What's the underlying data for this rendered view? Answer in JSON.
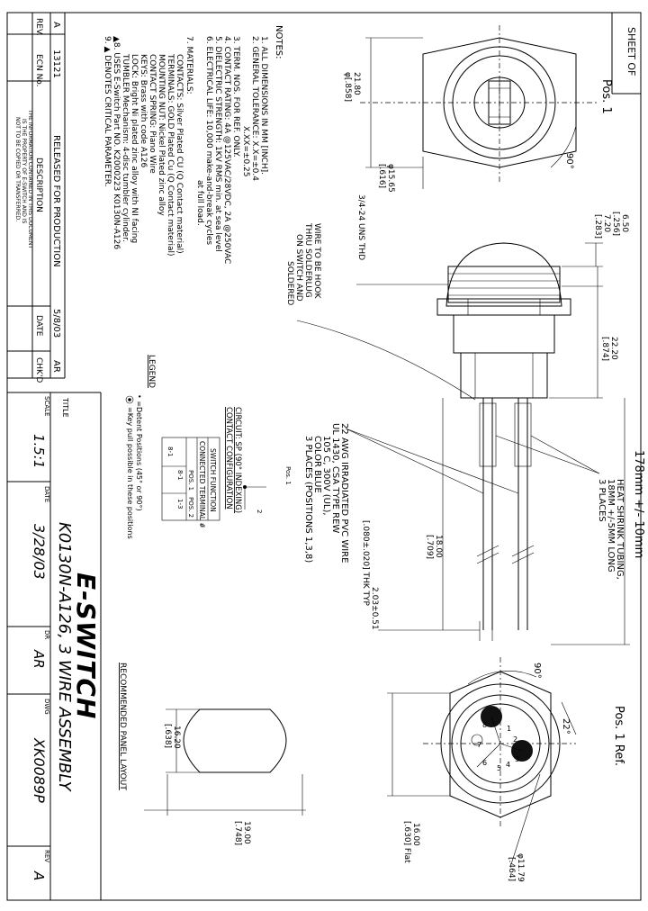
{
  "notes": {
    "heading": "NOTES:",
    "lines": [
      "1. ALL DIMENSIONS IN MM [INCH].",
      "2. GENERAL TOLERANCE: X.X=±0.4",
      "X.XX=±0.25",
      "3. TERM. NOS. FOR REF. ONLY.",
      "4. CONTACT RATING: 4A @125VAC/28VDC, 2A @250VAC",
      "5. DIELECTRIC STRENGTH: 1KV RMS min. at sea level",
      "6. ELECTRICAL LIFE: 10,000 make-and-break cycles",
      "at full load.",
      "7. MATERIALS:",
      "CONTACTS: Silver Plated CU (Q Contact material)",
      "TERMINALS: GOLD Plated Cu (Q Contact material)",
      "MOUNTING NUT: Nickel Plated zinc alloy",
      "CONTACT SPRING: Piano Wire",
      "KEYS: Brass with code A126",
      "LOCK: Bright Ni plated zinc alloy with NI facing",
      "TUMBLER Mechanism: 4-disc tumbler cylinder.",
      "▲8. USES E-Switch Part NO. K2000223  K0130N-A126",
      "9. ▲ DENOTES CRITICAL PARAMETER."
    ]
  },
  "revision_block": {
    "row": {
      "rev": "A",
      "ecn": "13121",
      "description": "RELEASED FOR PRODUCTION",
      "date": "5/8/03",
      "chkd": "AR"
    },
    "headers": {
      "rev": "REV.",
      "ecn": "ECN No.",
      "description": "DESCRIPTION",
      "date": "DATE",
      "chkd": "CHK'D"
    },
    "disclaimer": [
      "THE INFORMATION CONTAINED IN THIS DOCUMENT",
      "IS THE PROPERTY OF E-SWITCH AND IS",
      "NOT TO BE COPIED OR TRANSFERRED."
    ]
  },
  "title_block": {
    "title_label": "TITLE",
    "title": "K0130N-A126, 3 WIRE ASSEMBLY",
    "scale_label": "SCALE",
    "scale": "1.5:1",
    "date_label": "DATE",
    "date": "3/28/03",
    "dr_label": "DR",
    "dr": "AR",
    "dwg_label": "DWG",
    "dwg": "XK0089P",
    "rev_label": "REV",
    "rev": "A",
    "sheet_label": "SHEET   OF",
    "logo_text": "E-SWITCH"
  },
  "legend": {
    "heading": "LEGEND",
    "detent": "• =Detent Positions (45° or 90°)",
    "key_pull": "=Key pull possible in these positions"
  },
  "circuit_table": {
    "heading1": "CIRCUIT: SP (90° INDEXING)",
    "heading2": "CONTACT CONFIGURATION",
    "table_title": "SWITCH FUNCTION",
    "sub_title": "CONNECTED TERMINAL #",
    "col_headers": [
      "POS. 1",
      "POS. 2"
    ],
    "rows": [
      [
        "8-1",
        "1-3"
      ]
    ],
    "pos_label": "Pos. 1",
    "pos2_label": "2"
  },
  "top_view": {
    "pos_label": "Pos. 1",
    "angle_label": "90°",
    "dim_21_80": "21.80",
    "dim_21_80_in": "φ[.858]",
    "dim_15_65": "φ15.65",
    "dim_15_65_in": "[.616]"
  },
  "side_view": {
    "dim_6_50": "6.50",
    "dim_6_50_in": "[.256]",
    "dim_7_20": "7.20",
    "dim_7_20_in": "[.283]",
    "dim_22_20": "22.20",
    "dim_22_20_in": "[.874]",
    "thread": "3/4-24 UNS THD",
    "wire_note": [
      "WIRE TO BE HOOK",
      "THRU SOLDERLUG",
      "ON SWITCH AND",
      "SOLDERED"
    ],
    "heat_shrink": [
      "HEAT SHRINK TUBING,",
      "18MM +/-5MM LONG",
      "3 PLACES"
    ],
    "wire_spec": [
      "22 AWG IRRADIATED PVC WIRE",
      "UL 1430, CSA TYPE REW",
      "105 C, 300V (UL),",
      "COLOR BLUE",
      "3 PLACES (POSITIONS 1,3,8)"
    ],
    "dim_18_00": "18.00",
    "dim_18_00_in": "[.709]",
    "dim_2_03": "2.03±0.51",
    "dim_2_03_in": "[.080±.020] THK TYP",
    "overall_length": "178mm +/- 10mm"
  },
  "bottom_view": {
    "pos_ref": "Pos. 1 Ref.",
    "angle_22": "22°",
    "angle_90": "90°",
    "dim_16_00": "16.00",
    "dim_16_00_in": "[.630] Flat",
    "dim_11_79": "φ11.79",
    "dim_11_79_in": "[.464]",
    "term_nums": [
      "1",
      "2",
      "3",
      "8",
      "7",
      "6",
      "5",
      "4"
    ]
  },
  "panel_layout": {
    "heading": "RECOMMENDED PANEL LAYOUT",
    "dim_16_20": "16.20",
    "dim_16_20_in": "[.638]",
    "dim_19_00": "19.00",
    "dim_19_00_in": "[.748]"
  }
}
